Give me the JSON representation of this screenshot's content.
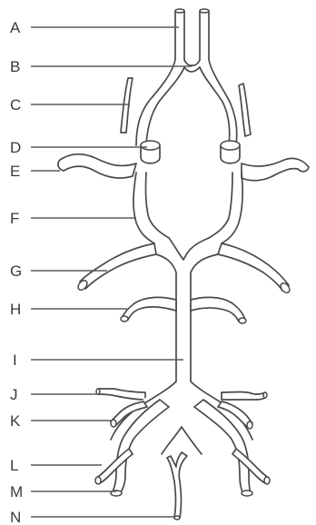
{
  "labels": [
    "A",
    "B",
    "C",
    "D",
    "E",
    "F",
    "G",
    "H",
    "I",
    "J",
    "K",
    "L",
    "M",
    "N"
  ]
}
